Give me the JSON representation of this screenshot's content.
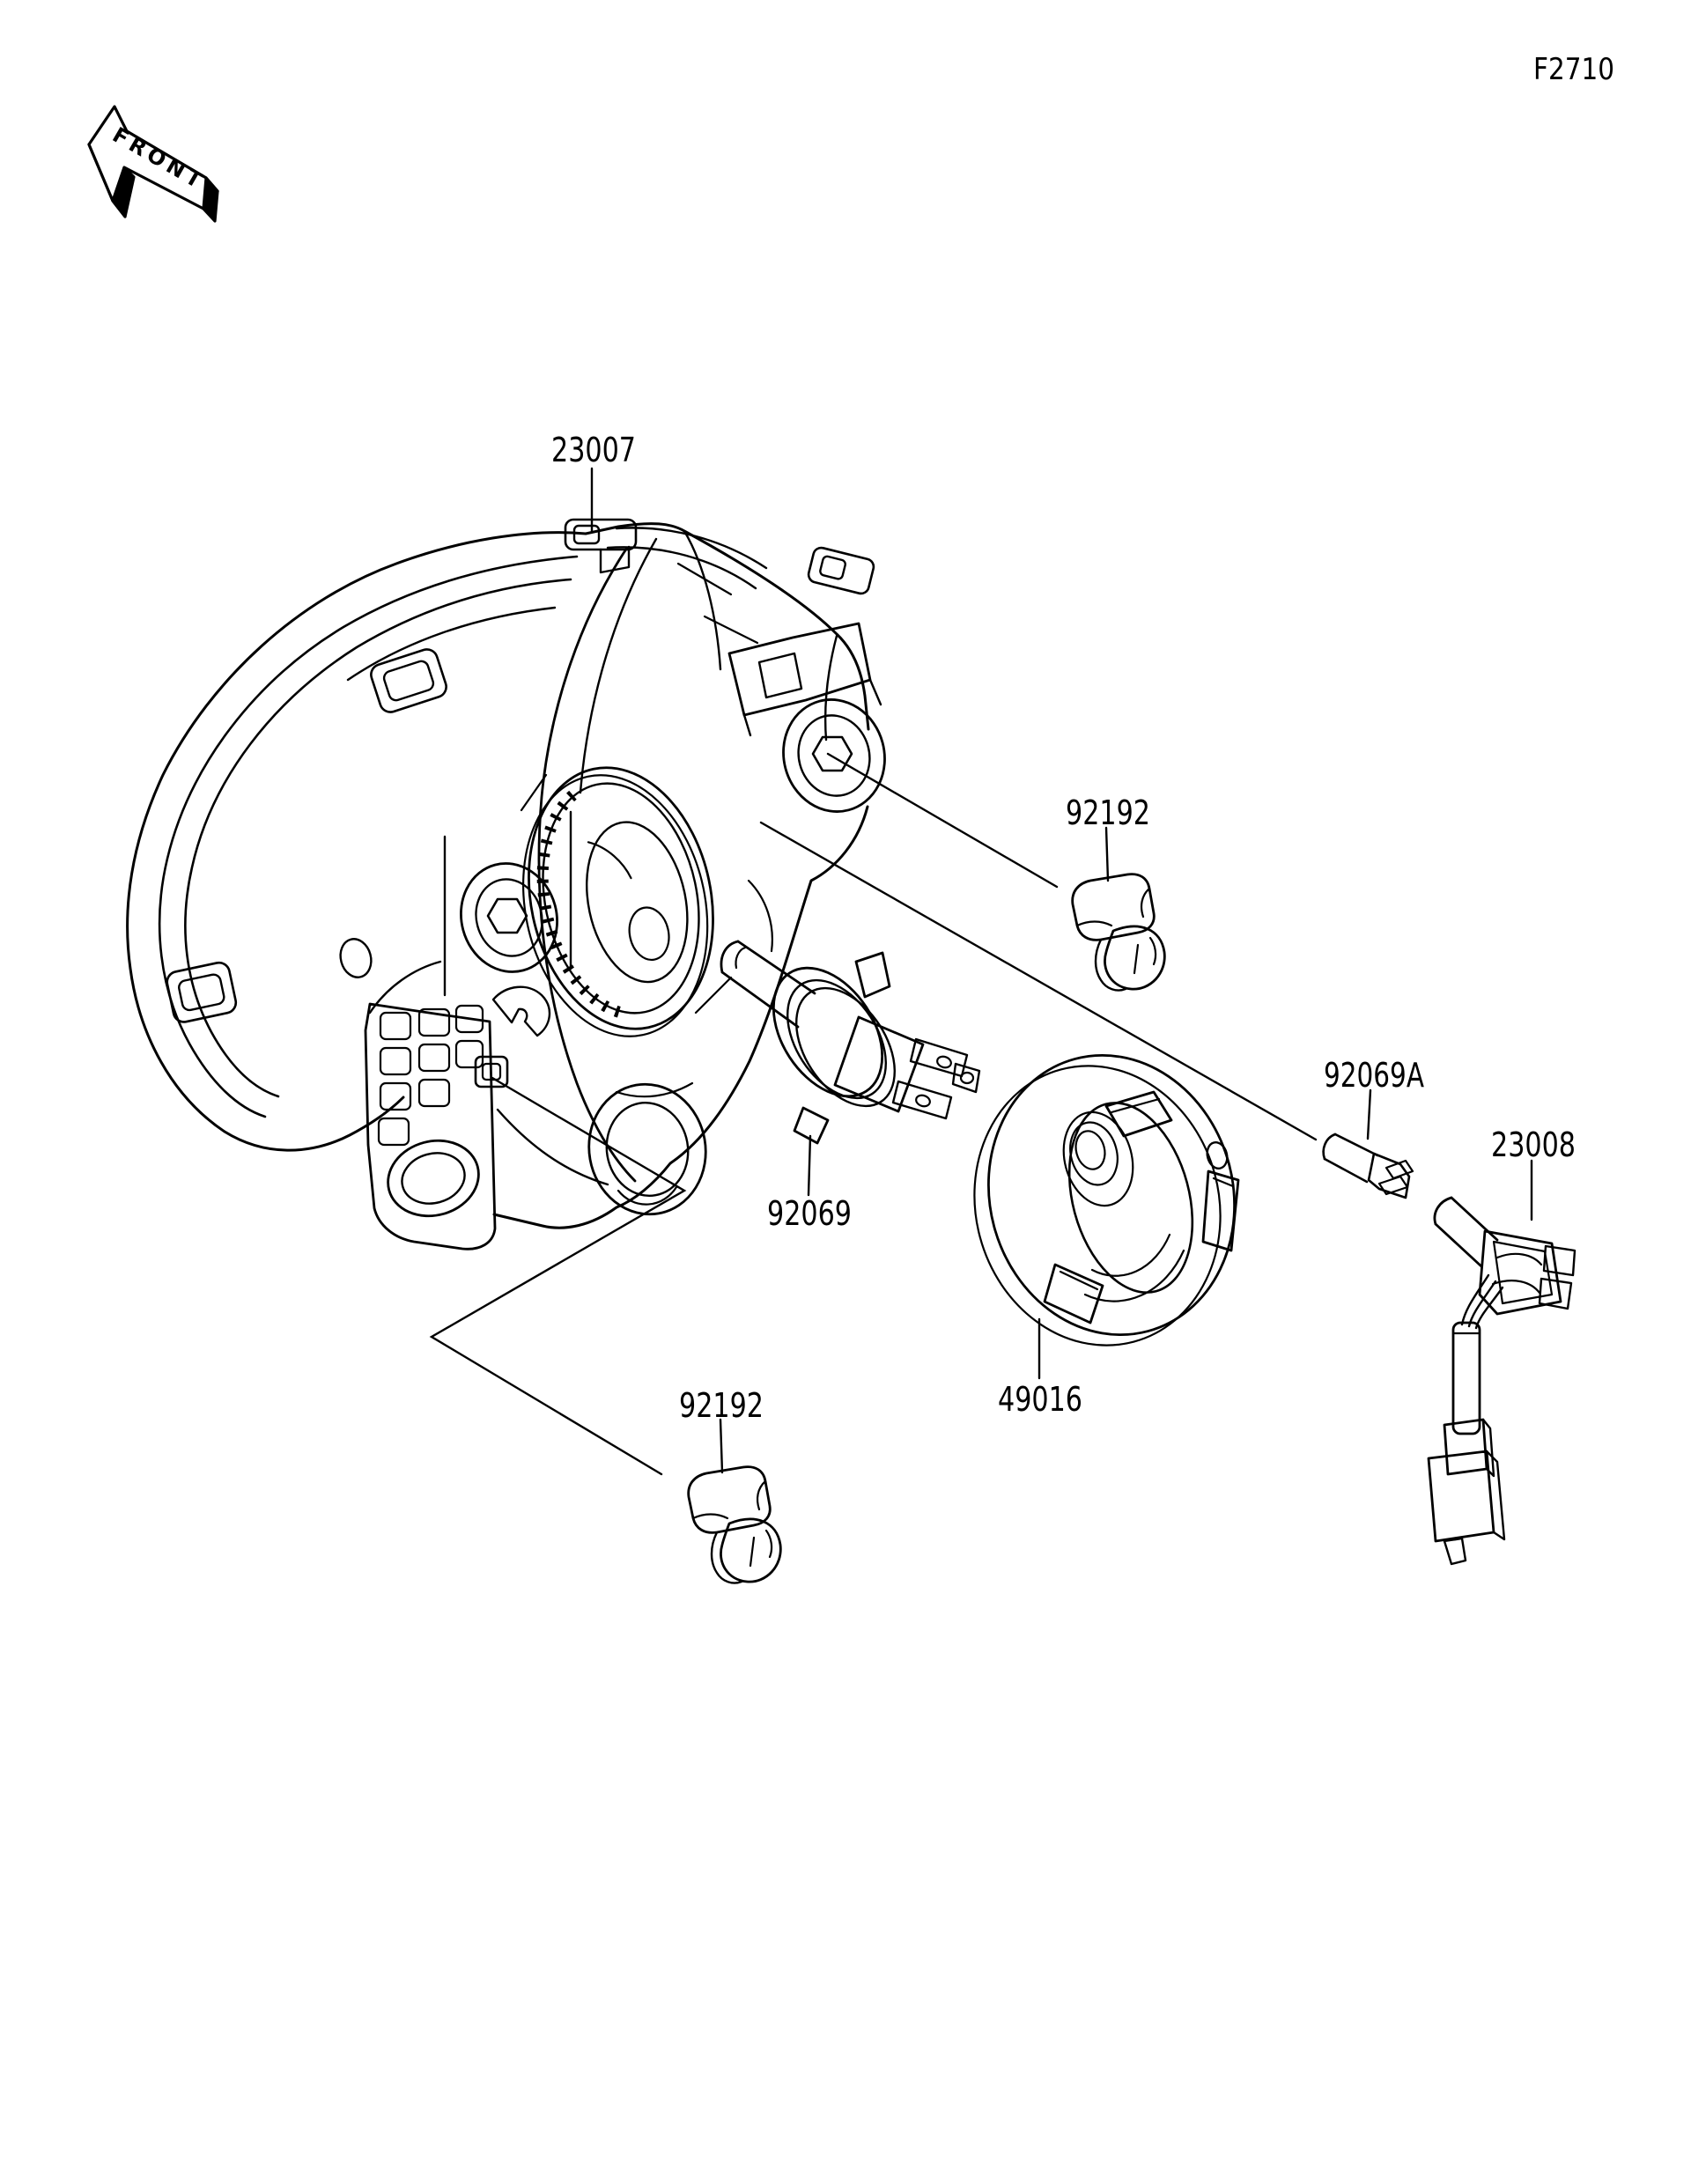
{
  "doc": {
    "ref_code": "F2710",
    "front_label": "FRONT"
  },
  "parts": {
    "headlight_assy": "23007",
    "grommet_upper": "92192",
    "grommet_lower": "92192",
    "bulb_headlamp": "92069",
    "bulb_position": "92069A",
    "socket_assy": "23008",
    "dust_cover": "49016"
  }
}
